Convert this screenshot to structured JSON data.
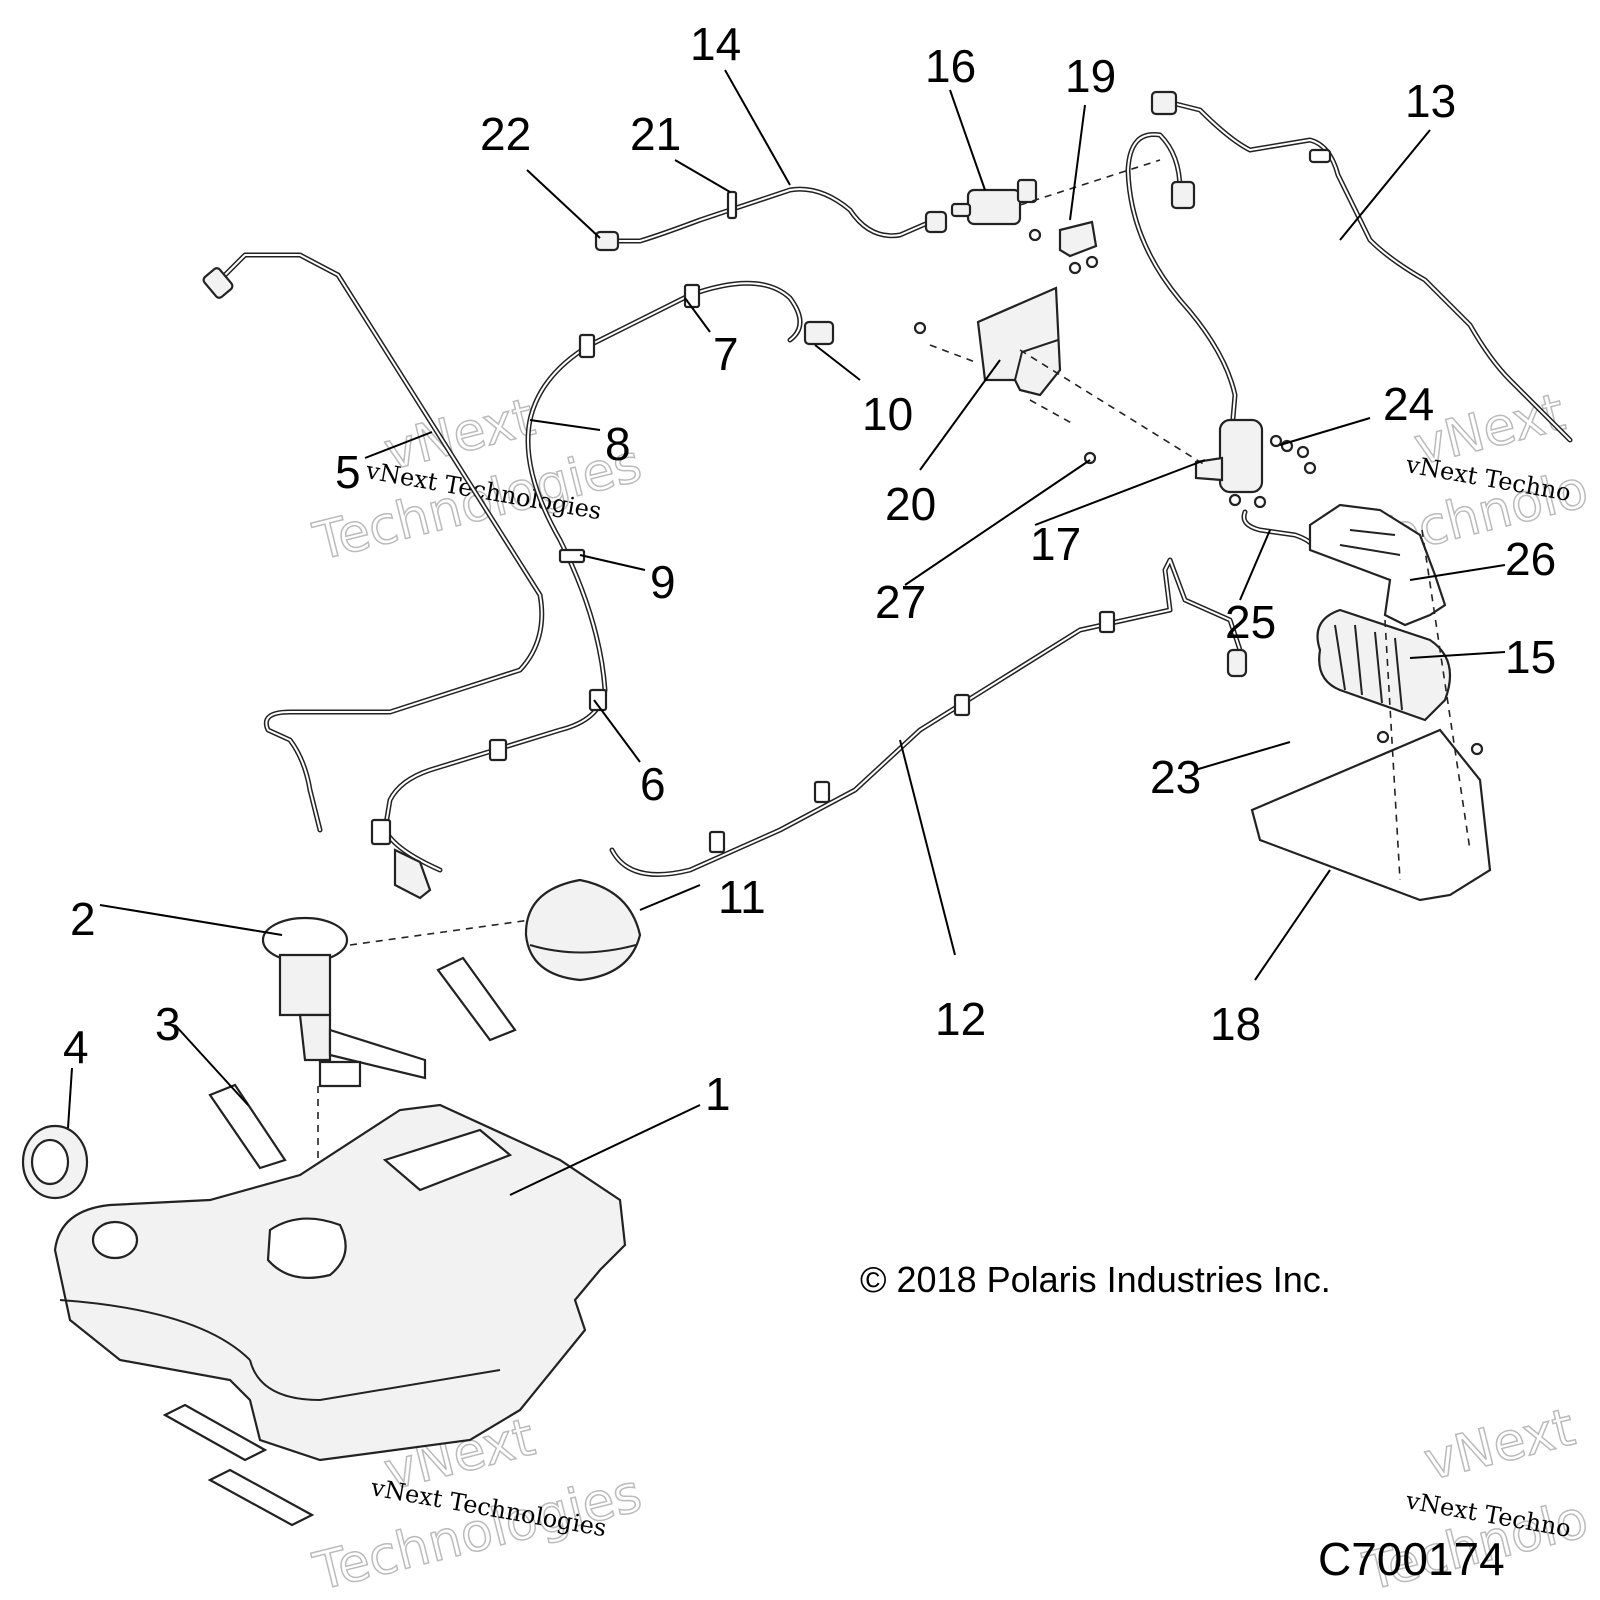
{
  "callouts": {
    "c1": "1",
    "c2": "2",
    "c3": "3",
    "c4": "4",
    "c5": "5",
    "c6": "6",
    "c7": "7",
    "c8": "8",
    "c9": "9",
    "c10": "10",
    "c11": "11",
    "c12": "12",
    "c13": "13",
    "c14": "14",
    "c15": "15",
    "c16": "16",
    "c17": "17",
    "c18": "18",
    "c19": "19",
    "c20": "20",
    "c21": "21",
    "c22": "22",
    "c23": "23",
    "c24": "24",
    "c25": "25",
    "c26": "26",
    "c27": "27"
  },
  "copyright": "© 2018 Polaris Industries Inc.",
  "diagram_code": "C700174",
  "watermarks": {
    "brand": "vNext Technologies",
    "brand_short": "vNext Techno",
    "outline_top": "vNext",
    "outline_bottom": "Technologies",
    "outline_bottom_short": "Technolo"
  },
  "colors": {
    "ink": "#000000",
    "part_fill": "#f2f2f2",
    "watermark_outline": "#bbbbbb"
  }
}
